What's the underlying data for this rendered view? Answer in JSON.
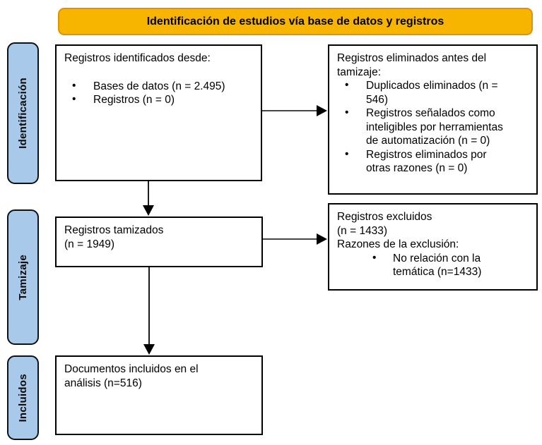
{
  "banner": {
    "title": "Identificación de estudios vía base de datos y registros"
  },
  "sidebar": {
    "items": [
      "Identificación",
      "Tamizaje",
      "Incluidos"
    ]
  },
  "boxes": {
    "identified": {
      "title": "Registros identificados desde:",
      "bullets": [
        "Bases de datos (n = 2.495)",
        "Registros (n = 0)"
      ]
    },
    "removed": {
      "title": "Registros eliminados antes del\ntamizaje:",
      "bullets": [
        "Duplicados eliminados (n =\n546)",
        "Registros señalados como\ninteligibles por herramientas\nde automatización (n = 0)",
        "Registros eliminados por\notras razones (n = 0)"
      ]
    },
    "screened": {
      "text": "Registros tamizados\n(n = 1949)"
    },
    "excluded": {
      "text": "Registros excluidos\n(n = 1433)\nRazones de la exclusión:",
      "bullets": [
        "No relación con la\ntemática (n=1433)"
      ]
    },
    "included": {
      "text": "Documentos incluidos en el\nanálisis (n=516)"
    }
  },
  "colors": {
    "banner_fill": "#F7B500",
    "banner_border": "#DD9400",
    "stage_fill": "#A8C9E9",
    "box_border": "#000000",
    "arrow": "#474747"
  }
}
